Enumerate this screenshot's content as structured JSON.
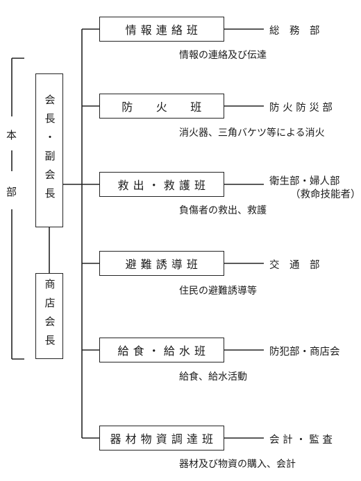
{
  "honbu": {
    "char1": "本",
    "char2": "部"
  },
  "leaders": {
    "chair": "会長・副会長",
    "shop": "商店会長"
  },
  "teams": [
    {
      "name": "情 報 連 絡 班",
      "dept": "総　務　部",
      "dept_sub": "",
      "desc": "情報の連絡及び伝達"
    },
    {
      "name": "防　　火　　班",
      "dept": "防 火 防 災 部",
      "dept_sub": "",
      "desc": "消火器、三角バケツ等による消火"
    },
    {
      "name": "救 出 ・ 救 護 班",
      "dept": "衛生部・婦人部",
      "dept_sub": "（救命技能者）",
      "desc": "負傷者の救出、救護"
    },
    {
      "name": "避 難 誘 導 班",
      "dept": "交　通　部",
      "dept_sub": "",
      "desc": "住民の避難誘導等"
    },
    {
      "name": "給 食 ・ 給 水 班",
      "dept": "防犯部・商店会",
      "dept_sub": "",
      "desc": "給食、給水活動"
    },
    {
      "name": "器 材 物 資 調 達 班",
      "dept": "会 計 ・ 監 査",
      "dept_sub": "",
      "desc": "器材及び物資の購入、会計"
    }
  ]
}
